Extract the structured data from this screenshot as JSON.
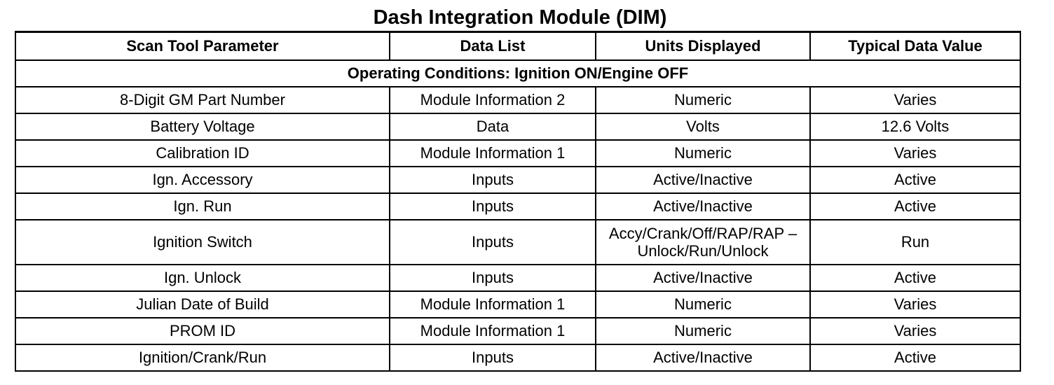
{
  "title": "Dash Integration Module (DIM)",
  "columns": [
    "Scan Tool Parameter",
    "Data List",
    "Units Displayed",
    "Typical Data Value"
  ],
  "section": "Operating Conditions: Ignition ON/Engine OFF",
  "rows": [
    [
      "8-Digit GM Part Number",
      "Module Information 2",
      "Numeric",
      "Varies"
    ],
    [
      "Battery Voltage",
      "Data",
      "Volts",
      "12.6 Volts"
    ],
    [
      "Calibration ID",
      "Module Information 1",
      "Numeric",
      "Varies"
    ],
    [
      "Ign. Accessory",
      "Inputs",
      "Active/Inactive",
      "Active"
    ],
    [
      "Ign. Run",
      "Inputs",
      "Active/Inactive",
      "Active"
    ],
    [
      "Ignition Switch",
      "Inputs",
      "Accy/Crank/Off/RAP/RAP – Unlock/Run/Unlock",
      "Run"
    ],
    [
      "Ign. Unlock",
      "Inputs",
      "Active/Inactive",
      "Active"
    ],
    [
      "Julian Date of Build",
      "Module Information 1",
      "Numeric",
      "Varies"
    ],
    [
      "PROM ID",
      "Module Information 1",
      "Numeric",
      "Varies"
    ],
    [
      "Ignition/Crank/Run",
      "Inputs",
      "Active/Inactive",
      "Active"
    ]
  ]
}
